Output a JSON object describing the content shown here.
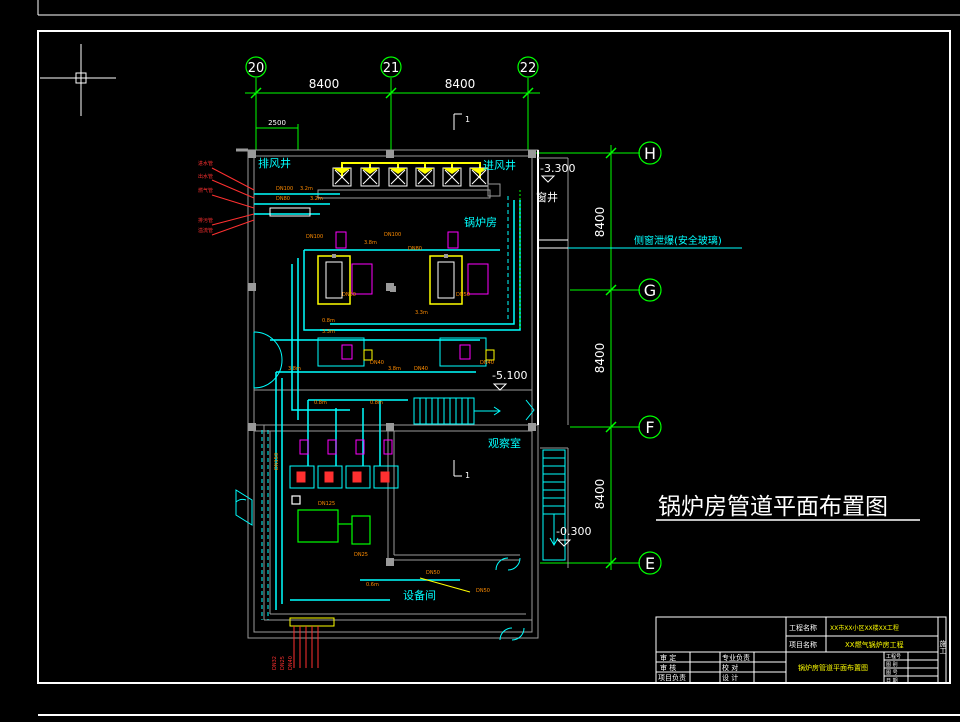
{
  "drawing": {
    "title": "锅炉房管道平面布置图",
    "colors": {
      "frame": "#ffffff",
      "grid": "#00ff00",
      "wall": "#9a9a9a",
      "pipe_cyan": "#00ffff",
      "pipe_yellow": "#ffff00",
      "pipe_magenta": "#ff00ff",
      "label_red": "#ff3030",
      "label_orange": "#ff8c00",
      "text_cyan": "#00ffff"
    }
  },
  "grid_axes": {
    "columns": [
      "20",
      "21",
      "22"
    ],
    "rows": [
      "H",
      "G",
      "F",
      "E"
    ],
    "column_spacing": [
      "8400",
      "8400"
    ],
    "row_spacing": [
      "8400",
      "8400",
      "8400"
    ],
    "sub_dimension": "2500"
  },
  "rooms": {
    "exhaust_shaft": "排风井",
    "intake_shaft": "进风井",
    "window_well": "窗井",
    "boiler_room": "锅炉房",
    "observation_room": "观察室",
    "equipment_room": "设备间"
  },
  "annotations": {
    "elev_top": "-3.300",
    "elev_mid": "-5.100",
    "elev_low": "-0.300",
    "window_note": "侧窗泄爆(安全玻璃)",
    "section_mark_1": "1",
    "section_mark_2": "1"
  },
  "pipe_labels": {
    "dn100": "DN100",
    "dn80": "DN80",
    "dn50": "DN50",
    "dn40": "DN40",
    "dn125": "DN125",
    "dn150": "DN150",
    "dn25": "DN25",
    "dn32": "DN32",
    "len_38": "3.8m",
    "len_33": "3.3m",
    "len_32": "3.2m",
    "len_08": "0.8m",
    "len_06": "0.6m"
  },
  "title_block": {
    "project_name_label": "工程名称",
    "project_name": "XX市XX小区XX楼XX工程",
    "item_name_label": "项目名称",
    "item_name": "XX燃气锅炉房工程",
    "drawing_name": "锅炉房管道平面布置图",
    "rows": [
      {
        "role": "审 定",
        "name": "",
        "role2": "专业负责",
        "name2": ""
      },
      {
        "role": "审 核",
        "name": "",
        "role2": "校 对",
        "name2": ""
      },
      {
        "role": "项目负责",
        "name": "",
        "role2": "设 计",
        "name2": ""
      }
    ],
    "right_cells": [
      "工程号",
      "图 别",
      "图 号",
      "日 期"
    ],
    "stamp": "施工"
  }
}
